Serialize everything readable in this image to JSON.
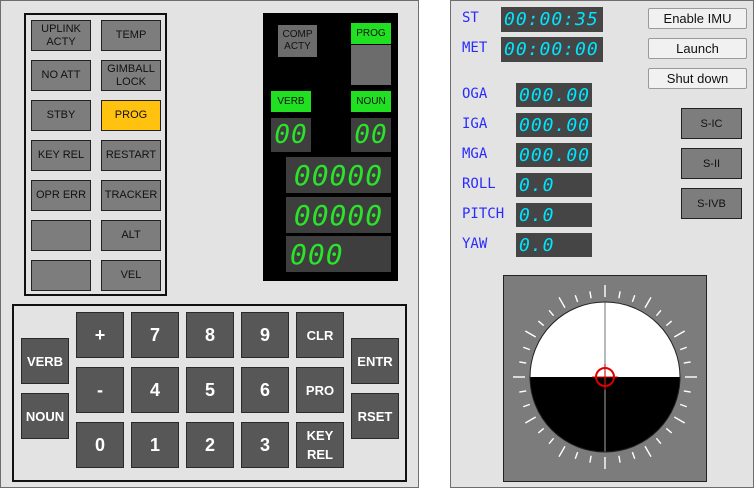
{
  "lights": {
    "uplink_acty": "UPLINK ACTY",
    "temp": "TEMP",
    "no_att": "NO ATT",
    "gimbal_lock": "GIMBALL LOCK",
    "stby": "STBY",
    "prog": "PROG",
    "key_rel": "KEY REL",
    "restart": "RESTART",
    "opr_err": "OPR ERR",
    "tracker": "TRACKER",
    "alt": "ALT",
    "vel": "VEL",
    "lit_color": "#ffc20e"
  },
  "display": {
    "comp_acty": "COMP ACTY",
    "prog_label": "PROG",
    "verb_label": "VERB",
    "noun_label": "NOUN",
    "verb_value": "00",
    "noun_value": "00",
    "r1": "00000",
    "r2": "00000",
    "r3": "000",
    "digit_color": "#2ae32a"
  },
  "keyboard": {
    "verb": "VERB",
    "noun": "NOUN",
    "plus": "+",
    "minus": "-",
    "k0": "0",
    "k1": "1",
    "k2": "2",
    "k3": "3",
    "k4": "4",
    "k5": "5",
    "k6": "6",
    "k7": "7",
    "k8": "8",
    "k9": "9",
    "clr": "CLR",
    "pro": "PRO",
    "key_rel": "KEY REL",
    "entr": "ENTR",
    "rset": "RSET"
  },
  "timers": {
    "st_label": "ST",
    "st_value": "00:00:35",
    "met_label": "MET",
    "met_value": "00:00:00"
  },
  "attitude": {
    "oga_label": "OGA",
    "oga_value": "000.00",
    "iga_label": "IGA",
    "iga_value": "000.00",
    "mga_label": "MGA",
    "mga_value": "000.00",
    "roll_label": "ROLL",
    "roll_value": "0.0",
    "pitch_label": "PITCH",
    "pitch_value": "0.0",
    "yaw_label": "YAW",
    "yaw_value": "0.0"
  },
  "buttons": {
    "enable_imu": "Enable IMU",
    "launch": "Launch",
    "shut_down": "Shut down"
  },
  "stages": {
    "s_ic": "S-IC",
    "s_ii": "S-II",
    "s_ivb": "S-IVB"
  },
  "colors": {
    "label_blue": "#2a2aff",
    "readout_cyan": "#00e5ff",
    "fdai_marker": "#dd0000"
  }
}
